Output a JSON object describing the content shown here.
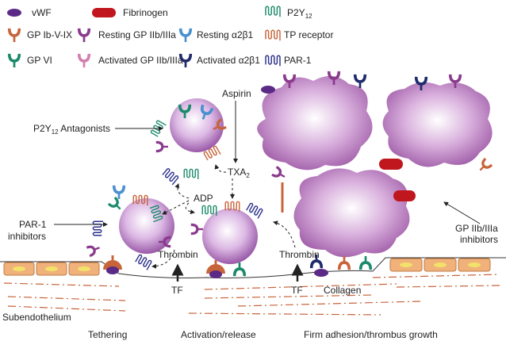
{
  "legend": {
    "vwf": "vWF",
    "fibrinogen": "Fibrinogen",
    "p2y12": "P2Y",
    "p2y12_sub": "12",
    "gp_ib": "GP Ib-V-IX",
    "resting_gp2b3a": "Resting GP IIb/IIIa",
    "resting_a2b1": "Resting α2β1",
    "tp_receptor": "TP receptor",
    "gp_vi": "GP VI",
    "activated_gp2b3a": "Activated GP IIb/IIIa",
    "activated_a2b1": "Activated α2β1",
    "par1": "PAR-1"
  },
  "labels": {
    "aspirin": "Aspirin",
    "p2y12_antagonists": "P2Y",
    "p2y12_antagonists_sub": "12",
    "p2y12_antagonists_rest": " Antagonists",
    "txa2": "TXA",
    "txa2_sub": "2",
    "adp": "ADP",
    "par1_inhibitors_1": "PAR-1",
    "par1_inhibitors_2": "inhibitors",
    "thrombin_1": "Thrombin",
    "thrombin_2": "Thrombin",
    "tf_1": "TF",
    "tf_2": "TF",
    "collagen": "Collagen",
    "subendothelium": "Subendothelium",
    "gp_inhibitors_1": "GP IIb/IIIa",
    "gp_inhibitors_2": "inhibitors"
  },
  "stages": {
    "tethering": "Tethering",
    "activation": "Activation/release",
    "firm_adhesion": "Firm adhesion/thrombus growth"
  },
  "colors": {
    "vwf": "#5b2a86",
    "fibrinogen": "#c0161e",
    "gp_ib": "#c8643a",
    "resting_gp2b3a": "#8a3a8c",
    "activated_gp2b3a": "#d37fb0",
    "resting_a2b1": "#4a90d0",
    "activated_a2b1": "#1f2a6b",
    "gp_vi": "#1b8a6b",
    "p2y12": "#1b8a6b",
    "tp_receptor": "#c8643a",
    "par1": "#2a2f8a",
    "collagen": "#c8643a",
    "endothelium": "#f0b27a"
  }
}
